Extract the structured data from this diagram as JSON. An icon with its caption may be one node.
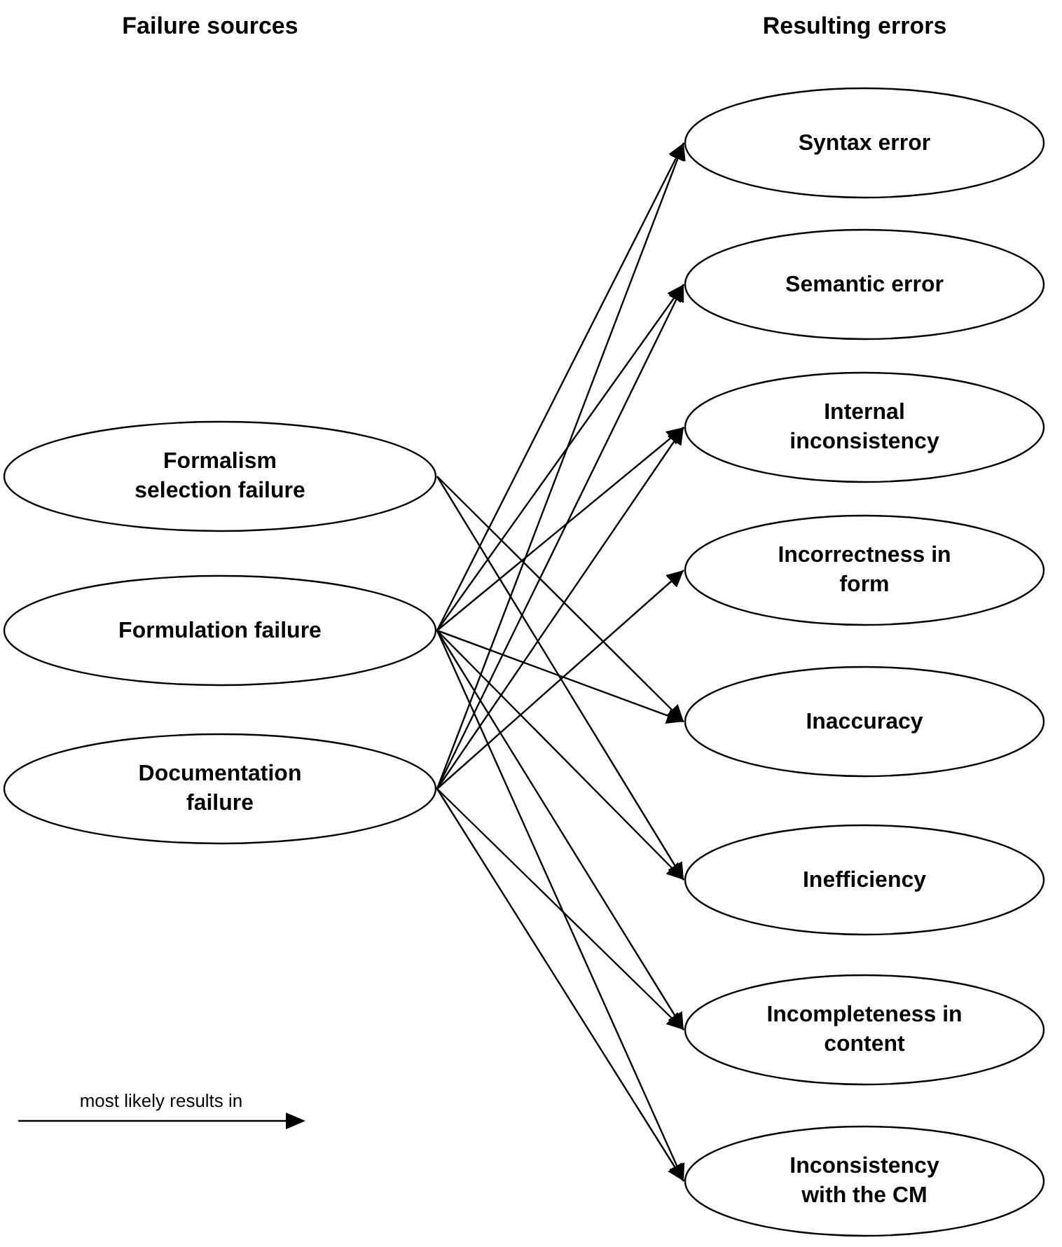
{
  "diagram": {
    "nodes": [
      {
        "text": [
          "Formalism selection failure"
        ]
      },
      {
        "text": [
          "Formulation failure"
        ]
      },
      {
        "text": [
          "Documentation failure"
        ]
      },
      {
        "text": [
          "Syntax error"
        ]
      },
      {
        "text": [
          "Semantic error"
        ]
      },
      {
        "text": [
          "Internal inconsistency"
        ]
      },
      {
        "text": [
          "Incorrectness in form"
        ]
      },
      {
        "text": [
          "Inaccuracy"
        ]
      },
      {
        "text": [
          "Inefficiency"
        ]
      },
      {
        "text": [
          "Incompleteness in content"
        ]
      },
      {
        "text": [
          "Inconsistency with the CM"
        ]
      }
    ],
    "edges": [
      {
        "from": 0,
        "to": 7,
        "arrow": "to"
      },
      {
        "from": 0,
        "to": 8,
        "arrow": "to"
      },
      {
        "from": 1,
        "to": 3,
        "arrow": "to"
      },
      {
        "from": 1,
        "to": 4,
        "arrow": "to"
      },
      {
        "from": 1,
        "to": 5,
        "arrow": "to"
      },
      {
        "from": 1,
        "to": 7,
        "arrow": "to"
      },
      {
        "from": 1,
        "to": 8,
        "arrow": "to"
      },
      {
        "from": 1,
        "to": 9,
        "arrow": "to"
      },
      {
        "from": 1,
        "to": 10,
        "arrow": "to"
      },
      {
        "from": 2,
        "to": 3,
        "arrow": "to"
      },
      {
        "from": 2,
        "to": 4,
        "arrow": "to"
      },
      {
        "from": 2,
        "to": 5,
        "arrow": "to"
      },
      {
        "from": 2,
        "to": 6,
        "arrow": "to"
      },
      {
        "from": 2,
        "to": 9,
        "arrow": "to"
      },
      {
        "from": 2,
        "to": 10,
        "arrow": "to"
      }
    ],
    "labels": [
      "Failure sources",
      "Resulting errors"
    ],
    "legend": [
      {
        "text": "most likely results in"
      }
    ]
  }
}
